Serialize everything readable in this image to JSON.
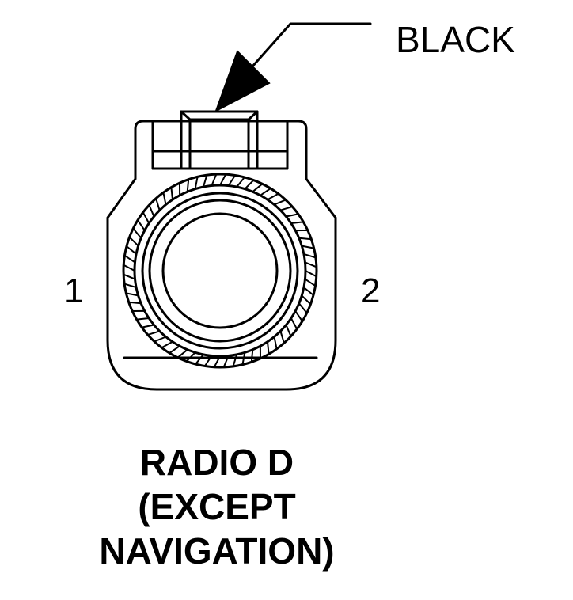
{
  "callout": {
    "label": "BLACK"
  },
  "pins": {
    "left": "1",
    "right": "2"
  },
  "caption": {
    "line1": "RADIO D",
    "line2": "(EXCEPT",
    "line3": "NAVIGATION)"
  },
  "colors": {
    "ink": "#000000",
    "background": "#ffffff"
  }
}
